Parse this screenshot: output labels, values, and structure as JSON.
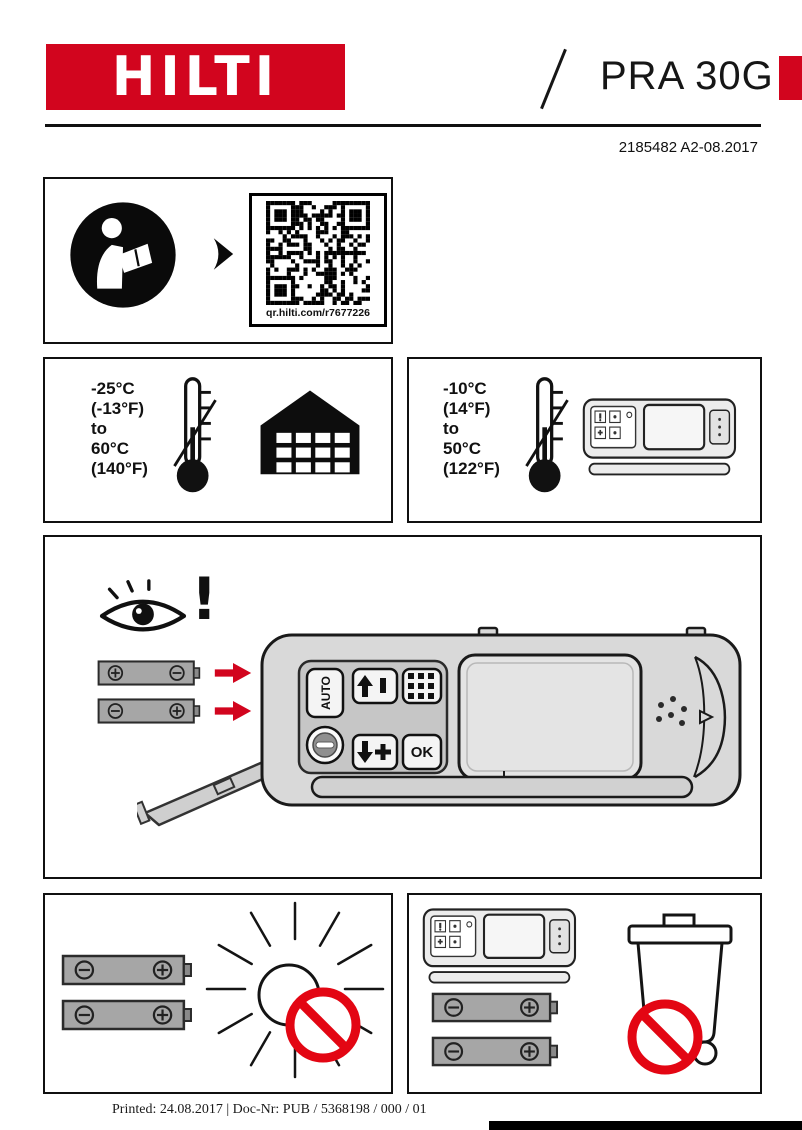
{
  "header": {
    "brand": "HILTI",
    "product": "PRA 30G",
    "doc_number": "2185482 A2-08.2017"
  },
  "qr": {
    "url_label": "qr.hilti.com/r7677226"
  },
  "temps": {
    "storage": {
      "lines": [
        "-25°C",
        "(-13°F)",
        "to",
        "60°C",
        "(140°F)"
      ]
    },
    "operating": {
      "lines": [
        "-10°C",
        "(14°F)",
        "to",
        "50°C",
        "(122°F)"
      ]
    }
  },
  "receiver": {
    "auto_label": "AUTO",
    "ok_label": "OK"
  },
  "warning": {
    "mark": "!"
  },
  "footer": {
    "printed_line": "Printed: 24.08.2017 | Doc-Nr: PUB / 5368198 / 000 / 01"
  },
  "colors": {
    "hilti_red": "#d2051e",
    "prohibition_red": "#e30613"
  }
}
